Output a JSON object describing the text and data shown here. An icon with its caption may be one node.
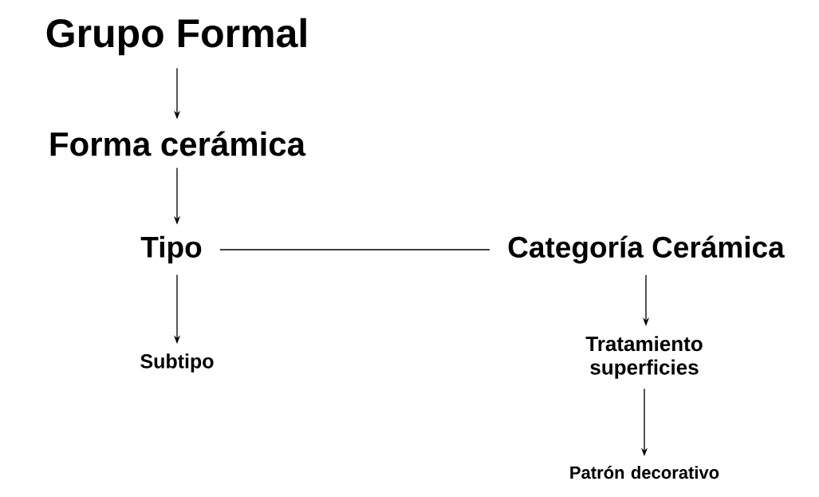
{
  "diagram": {
    "nodes": [
      {
        "text": [
          "Grupo Formal"
        ]
      },
      {
        "text": [
          "Forma cerámica"
        ]
      },
      {
        "text": [
          "Tipo"
        ]
      },
      {
        "text": [
          "Subtipo"
        ]
      },
      {
        "text": [
          "Categoría Cerámica"
        ]
      },
      {
        "text": [
          "Tratamiento superficies"
        ]
      },
      {
        "text": [
          "Patrón decorativo"
        ]
      }
    ],
    "edges": [
      {
        "from": 0,
        "to": 1,
        "arrow": "to"
      },
      {
        "from": 1,
        "to": 2,
        "arrow": "to"
      },
      {
        "from": 2,
        "to": 3,
        "arrow": "to"
      },
      {
        "from": 2,
        "to": 4,
        "arrow": "none"
      },
      {
        "from": 4,
        "to": 5,
        "arrow": "to"
      },
      {
        "from": 5,
        "to": 6,
        "arrow": "to"
      }
    ]
  }
}
